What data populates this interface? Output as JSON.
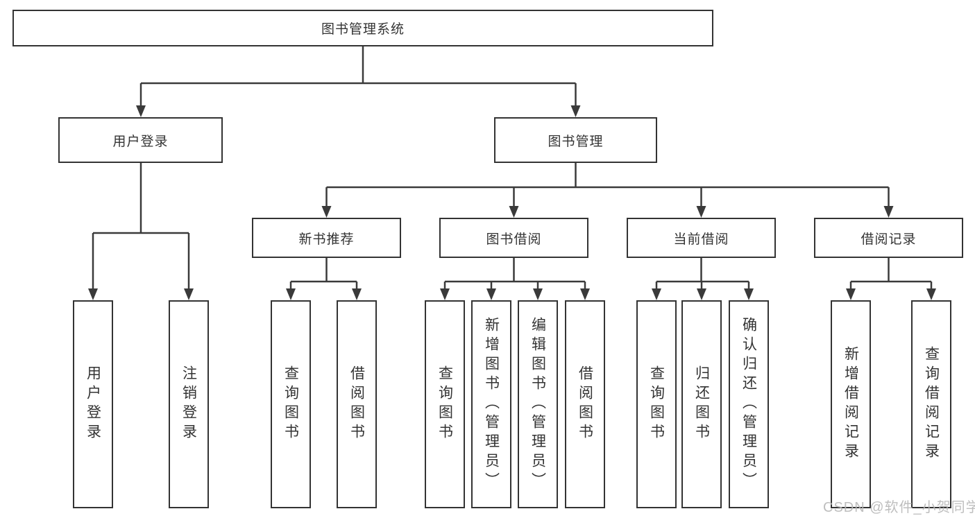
{
  "diagram": {
    "root": {
      "label": "图书管理系统"
    },
    "level2": [
      {
        "id": "user-login",
        "label": "用户登录"
      },
      {
        "id": "book-management",
        "label": "图书管理"
      }
    ],
    "level3": [
      {
        "id": "new-book-recommend",
        "label": "新书推荐",
        "parent": "图书管理"
      },
      {
        "id": "book-borrowing",
        "label": "图书借阅",
        "parent": "图书管理"
      },
      {
        "id": "current-borrowing",
        "label": "当前借阅",
        "parent": "图书管理"
      },
      {
        "id": "borrowing-records",
        "label": "借阅记录",
        "parent": "图书管理"
      }
    ],
    "leaves": [
      {
        "label": "用户登录",
        "parent": "用户登录"
      },
      {
        "label": "注销登录",
        "parent": "用户登录"
      },
      {
        "label": "查询图书",
        "parent": "新书推荐"
      },
      {
        "label": "借阅图书",
        "parent": "新书推荐"
      },
      {
        "label": "查询图书",
        "parent": "图书借阅"
      },
      {
        "label": "新增图书（管理员）",
        "parent": "图书借阅"
      },
      {
        "label": "编辑图书（管理员）",
        "parent": "图书借阅"
      },
      {
        "label": "借阅图书",
        "parent": "图书借阅"
      },
      {
        "label": "查询图书",
        "parent": "当前借阅"
      },
      {
        "label": "归还图书",
        "parent": "当前借阅"
      },
      {
        "label": "确认归还（管理员）",
        "parent": "当前借阅"
      },
      {
        "label": "新增借阅记录",
        "parent": "借阅记录"
      },
      {
        "label": "查询借阅记录",
        "parent": "借阅记录"
      }
    ]
  },
  "watermark": {
    "text": "CSDN @软件_小贺同学"
  },
  "colors": {
    "line": "#3a3a3a",
    "box_border": "#333333",
    "text": "#333333",
    "watermark": "#b8b8b8",
    "background": "#ffffff"
  }
}
